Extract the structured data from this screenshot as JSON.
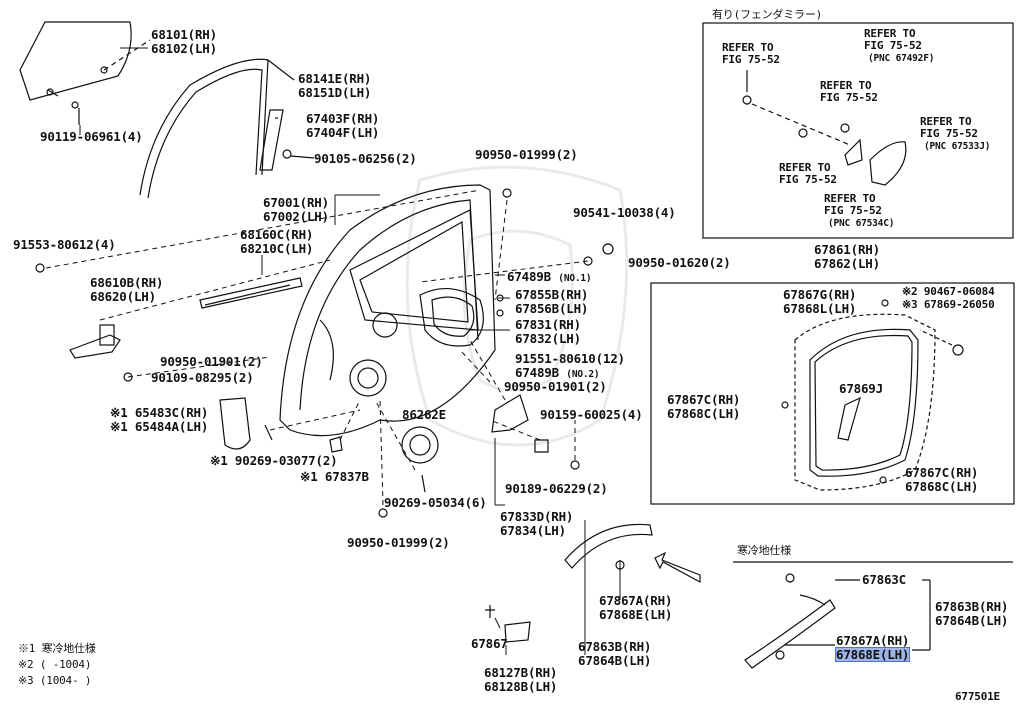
{
  "labels": {
    "p68101": "68101(RH)",
    "p68102": "68102(LH)",
    "p90119": "90119-06961(4)",
    "p68141e": "68141E(RH)",
    "p68151d": "68151D(LH)",
    "p67403f": "67403F(RH)",
    "p67404f": "67404F(LH)",
    "p90105": "90105-06256(2)",
    "p90950a": "90950-01999(2)",
    "p67001": "67001(RH)",
    "p67002": "67002(LH)",
    "p68160c": "68160C(RH)",
    "p68210c": "68210C(LH)",
    "p91553": "91553-80612(4)",
    "p68610b": "68610B(RH)",
    "p68620": "68620(LH)",
    "p90541": "90541-10038(4)",
    "p90950b": "90950-01620(2)",
    "p67489b1": "67489B",
    "p67489b1_no": "(NO.1)",
    "p67855b": "67855B(RH)",
    "p67856b": "67856B(LH)",
    "p67831": "67831(RH)",
    "p67832": "67832(LH)",
    "p91551": "91551-80610(12)",
    "p67489b2": "67489B",
    "p67489b2_no": "(NO.2)",
    "p90950c": "90950-01901(2)",
    "p90950d": "90950-01901(2)",
    "p90109": "90109-08295(2)",
    "p65483c": "※1 65483C(RH)",
    "p65484a": "※1 65484A(LH)",
    "p90269a": "※1 90269-03077(2)",
    "p67837b": "※1 67837B",
    "p86262e": "86262E",
    "p90159": "90159-60025(4)",
    "p90189": "90189-06229(2)",
    "p90269b": "90269-05034(6)",
    "p67833d": "67833D(RH)",
    "p67834": "67834(LH)",
    "p90950e": "90950-01999(2)",
    "p67867a1": "67867A(RH)",
    "p67868e1": "67868E(LH)",
    "p67863b1": "67863B(RH)",
    "p67864b1": "67864B(LH)",
    "p67867": "67867",
    "p68127b": "68127B(RH)",
    "p68128b": "68128B(LH)",
    "box_title": "有り(フェンダミラー)",
    "refer1a": "REFER TO",
    "refer1b": "FIG 75-52",
    "refer2a": "REFER TO",
    "refer2b": "FIG 75-52",
    "refer2c": "(PNC 67492F)",
    "refer3a": "REFER TO",
    "refer3b": "FIG 75-52",
    "refer4a": "REFER TO",
    "refer4b": "FIG 75-52",
    "refer4c": "(PNC 67533J)",
    "refer5a": "REFER TO",
    "refer5b": "FIG 75-52",
    "refer6a": "REFER TO",
    "refer6b": "FIG 75-52",
    "refer6c": "(PNC 67534C)",
    "p67861": "67861(RH)",
    "p67862": "67862(LH)",
    "p67867g": "67867G(RH)",
    "p67868l": "67868L(LH)",
    "p90467": "※2 90467-06084",
    "p67869_26050": "※3 67869-26050",
    "p67867c1": "67867C(RH)",
    "p67868c1": "67868C(LH)",
    "p67869j": "67869J",
    "p67867c2": "67867C(RH)",
    "p67868c2": "67868C(LH)",
    "cold_title": "寒冷地仕様",
    "p67863c": "67863C",
    "p67863b2": "67863B(RH)",
    "p67864b2": "67864B(LH)",
    "p67867a2": "67867A(RH)",
    "p67868e2": "67868E(LH)",
    "note1": "※1 寒冷地仕様",
    "note2": "※2 (   -1004)",
    "note3": "※3 (1004-   )",
    "fig_id": "677501E"
  },
  "colors": {
    "highlight": "#9fb4e8",
    "ink": "#111111"
  }
}
